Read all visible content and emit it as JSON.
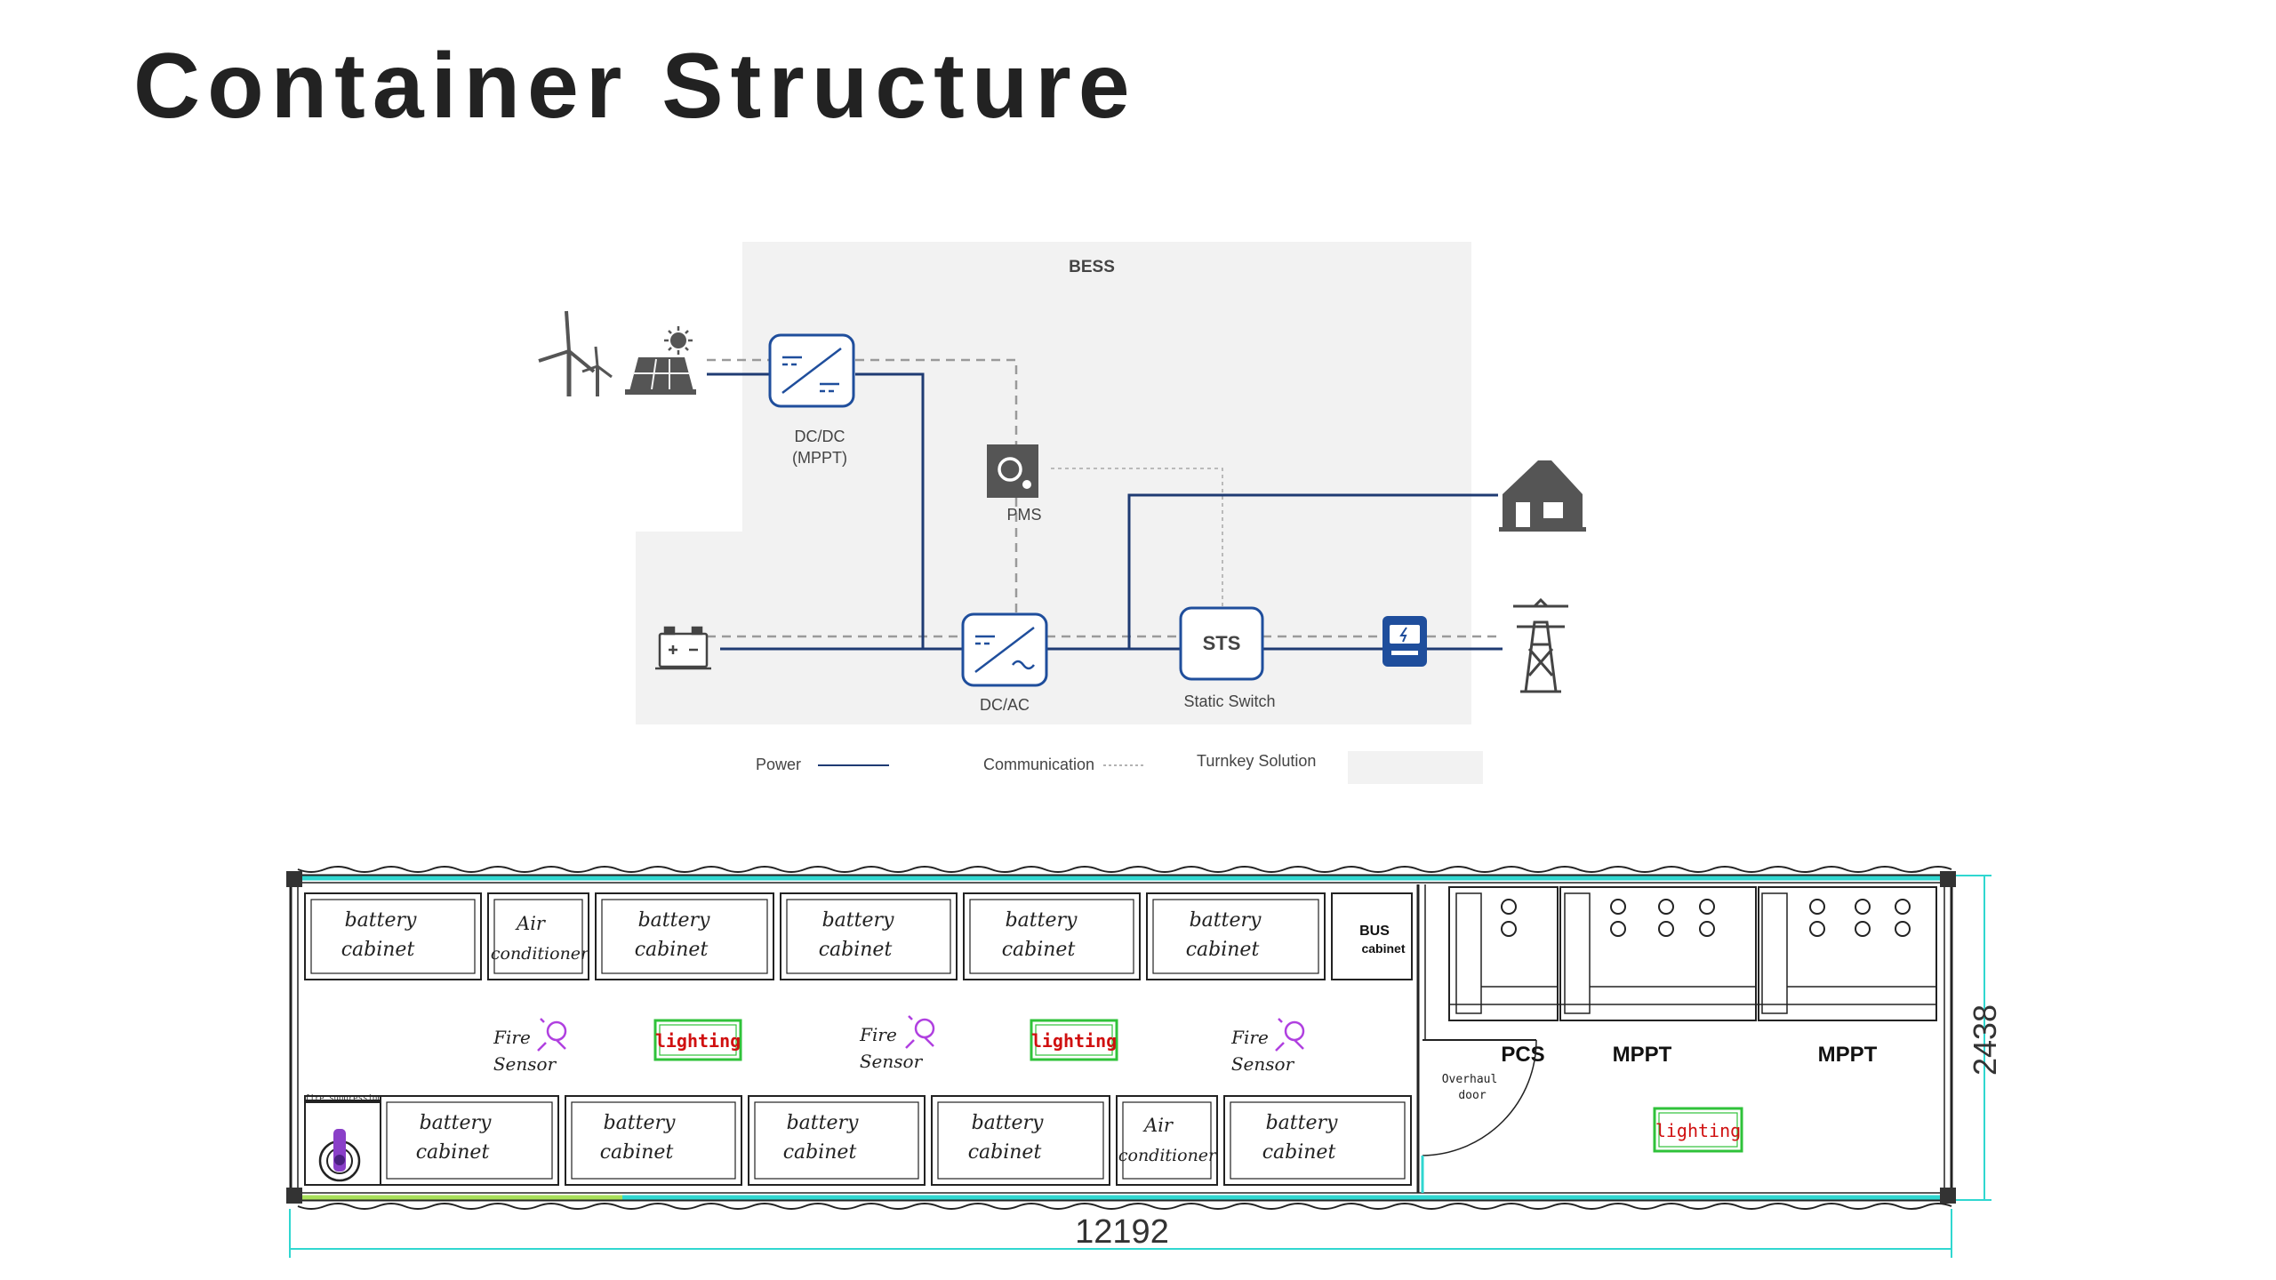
{
  "page": {
    "title": "Container Structure"
  },
  "colors": {
    "power_line": "#1f3b73",
    "comm_line": "#9a9a9a",
    "bess_fill": "#f2f2f2",
    "icon_blue": "#1f4e9c",
    "container_edge": "#30d7d0",
    "lighting_border": "#2fc23a",
    "lighting_text": "#d01010",
    "fire_sensor": "#b040e0"
  },
  "bess": {
    "region_label": "BESS",
    "dcdc_label_line1": "DC/DC",
    "dcdc_label_line2": "(MPPT)",
    "pms_label": "PMS",
    "dcac_label": "DC/AC",
    "sts_box_text": "STS",
    "sts_label": "Static Switch",
    "icons": {
      "renewables": "wind-turbine-solar-icon",
      "battery": "battery-icon",
      "dcdc": "dc-dc-converter-icon",
      "pms": "pms-gear-icon",
      "dcac": "dc-ac-inverter-icon",
      "meter": "meter-icon",
      "house": "house-icon",
      "grid": "power-tower-icon"
    }
  },
  "legend": {
    "power": "Power",
    "communication": "Communication",
    "turnkey": "Turnkey Solution"
  },
  "floor_plan": {
    "width_dim": "12192",
    "height_dim": "2438",
    "top_row": [
      {
        "line1": "battery",
        "line2": "cabinet"
      },
      {
        "line1": "Air",
        "line2": "conditioner"
      },
      {
        "line1": "battery",
        "line2": "cabinet"
      },
      {
        "line1": "battery",
        "line2": "cabinet"
      },
      {
        "line1": "battery",
        "line2": "cabinet"
      },
      {
        "line1": "battery",
        "line2": "cabinet"
      }
    ],
    "bus_cabinet": {
      "line1": "BUS",
      "line2": "cabinet"
    },
    "bottom_row": [
      {
        "line1": "battery",
        "line2": "cabinet"
      },
      {
        "line1": "battery",
        "line2": "cabinet"
      },
      {
        "line1": "battery",
        "line2": "cabinet"
      },
      {
        "line1": "battery",
        "line2": "cabinet"
      },
      {
        "line1": "Air",
        "line2": "conditioner"
      },
      {
        "line1": "battery",
        "line2": "cabinet"
      }
    ],
    "fire_sensor": {
      "line1": "Fire",
      "line2": "Sensor"
    },
    "lighting": "lighting",
    "pcs": "PCS",
    "mppt": "MPPT",
    "door": {
      "line1": "Overhaul",
      "line2": "door"
    },
    "extinguisher_label": "fire suppression"
  }
}
